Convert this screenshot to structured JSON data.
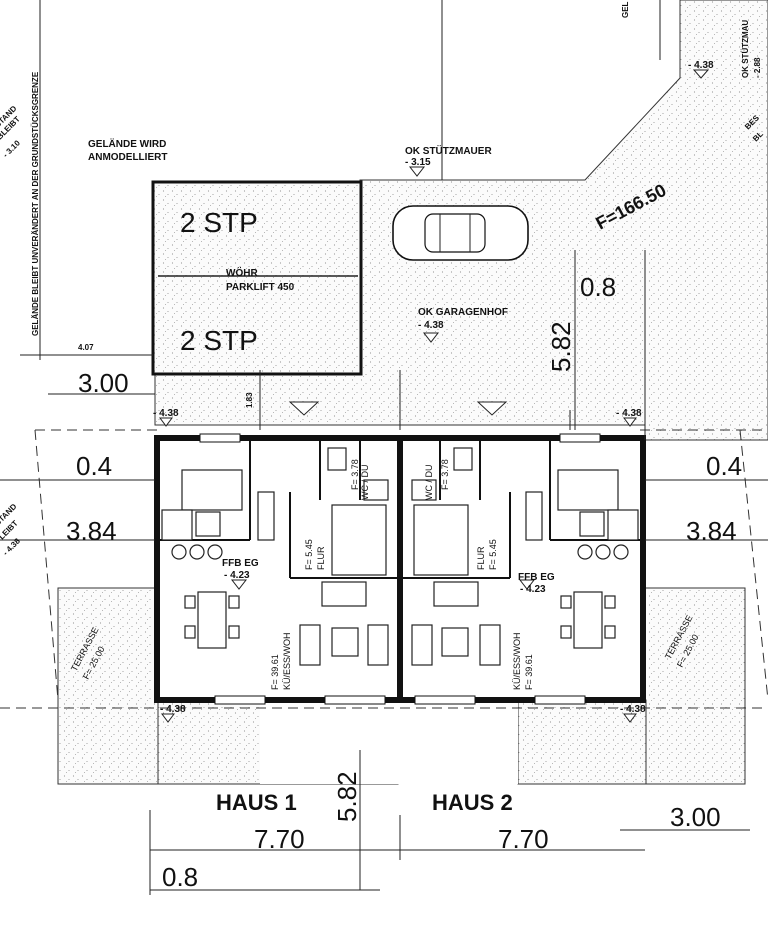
{
  "labels": {
    "gelaende_wird": "GELÄNDE WIRD",
    "anmodelliert": "ANMODELLIERT",
    "ok_stuetzmauer": "OK STÜTZMAUER",
    "ok_stuetzmauer_val": "- 3.15",
    "woehr": "WÖHR",
    "parklift": "PARKLIFT 450",
    "ok_garagenhof": "OK GARAGENHOF",
    "ok_garagenhof_val": "- 4.38",
    "stp_top": "2 STP",
    "stp_bottom": "2 STP",
    "area_total": "F=166.50",
    "ffb_eg_left": "FFB EG",
    "ffb_eg_left_val": "- 4.23",
    "ffb_eg_right": "FFB EG",
    "ffb_eg_right_val": "- 4.23",
    "haus1": "HAUS 1",
    "haus2": "HAUS 2",
    "vertical_left_border": "GELÄNDE BLEIBT UNVERÄNDERT AN DER GRUNDSTÜCKSGRENZE",
    "vertical_top_gel": "GEL",
    "vertical_top_right": "OK STÜTZMAU",
    "vertical_top_right_val": "- 2.88",
    "stand_top": "STAND",
    "bleibt_top": "BLEIBT",
    "stand_top_val": "- 3.10",
    "stand_left": "STAND",
    "bleibt_left": "LEIBT",
    "stand_left_val": "- 4.38",
    "bes_right": "BES",
    "bl_right": "BL",
    "small_dim_407": "4.07",
    "small_dim_183": "1.83"
  },
  "levels": {
    "top_right": "- 4.38",
    "left_upper": "- 4.38",
    "right_upper": "- 4.38",
    "left_lower": "- 4.38",
    "right_lower": "- 4.38"
  },
  "dimensions": {
    "d300_left": "3.00",
    "d04_left": "0.4",
    "d384_left": "3.84",
    "d04_right": "0.4",
    "d384_right": "3.84",
    "d08_top": "0.8",
    "d582_top": "5.82",
    "d582_bottom": "5.82",
    "d770_left": "7.70",
    "d770_right": "7.70",
    "d300_right": "3.00",
    "d08_bottom": "0.8"
  },
  "rooms": {
    "wc_left": "WC / DU",
    "wc_left_area": "F= 3.78",
    "wc_right": "WC / DU",
    "wc_right_area": "F= 3.78",
    "flur_left": "FLUR",
    "flur_left_area": "F= 5.45",
    "flur_right": "FLUR",
    "flur_right_area": "F= 5.45",
    "ku_left": "KÜ/ESS/WOH",
    "ku_left_area": "F= 39.61",
    "ku_right": "KÜ/ESS/WOH",
    "ku_right_area": "F= 39.61",
    "terrasse_left": "TERRASSE",
    "terrasse_left_area": "F= 25.00",
    "terrasse_right": "TERRASSE",
    "terrasse_right_area": "F= 25.00"
  }
}
